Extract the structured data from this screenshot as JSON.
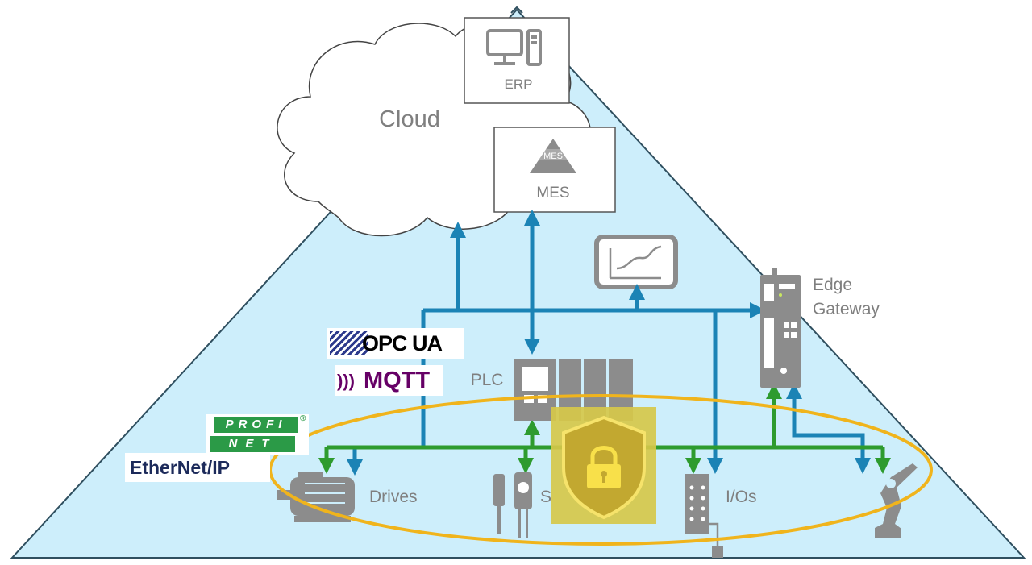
{
  "labels": {
    "cloud": "Cloud",
    "erp": "ERP",
    "mes": "MES",
    "mes_icon": "MES",
    "plc": "PLC",
    "edge_gateway_line1": "Edge",
    "edge_gateway_line2": "Gateway",
    "drives": "Drives",
    "sensors": "S",
    "ios": "I/Os"
  },
  "protocols": {
    "opcua": "OPC UA",
    "mqtt": "MQTT",
    "profinet_top": "PROFI",
    "profinet_bottom": "NET",
    "ethernetip": "EtherNet/IP"
  },
  "colors": {
    "pyramid_fill": "#cdeefb",
    "network_blue": "#1b83b5",
    "fieldbus_green": "#2e9b2e",
    "security_ring": "#f0b41c",
    "security_tile": "#d6c84a",
    "device_gray": "#8c8c8c",
    "mqtt_purple": "#660066",
    "profinet_green": "#2b9a47"
  }
}
